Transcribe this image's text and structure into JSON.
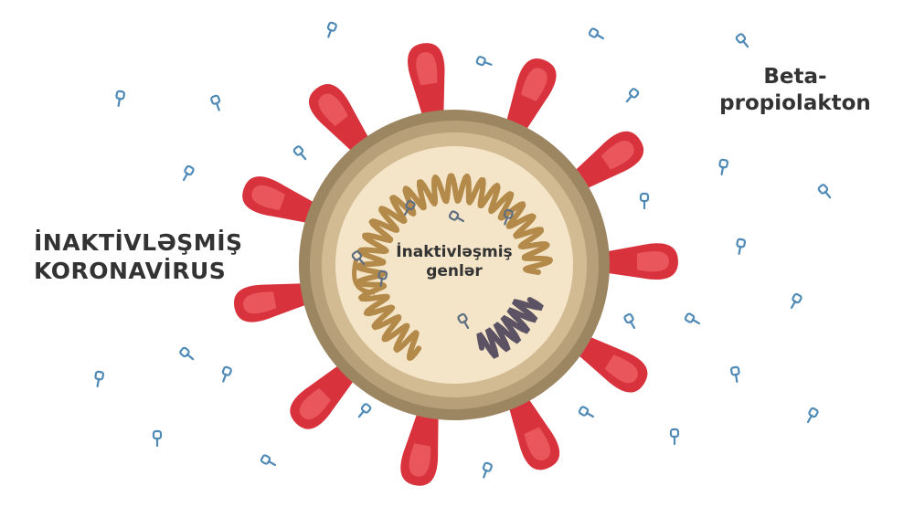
{
  "labels": {
    "virus_line1": "İNAKTİVLƏŞMİŞ",
    "virus_line2": "KORONAVİRUS",
    "chemical_line1": "Beta-",
    "chemical_line2": "propiolakton",
    "genes_line1": "İnaktivləşmiş",
    "genes_line2": "genlər"
  },
  "colors": {
    "spike": "#d8333d",
    "spike_inner": "#e9565c",
    "membrane_outer": "#9c8662",
    "membrane_mid": "#b7a079",
    "membrane_inner": "#d2bb92",
    "core": "#f4e5c8",
    "rna": "#b48a4a",
    "rna_damaged": "#5b5263",
    "molecule": "#4f8ab7"
  },
  "icons": [
    "spike-protein-icon",
    "beta-propiolactone-molecule-icon",
    "rna-strand-icon"
  ]
}
